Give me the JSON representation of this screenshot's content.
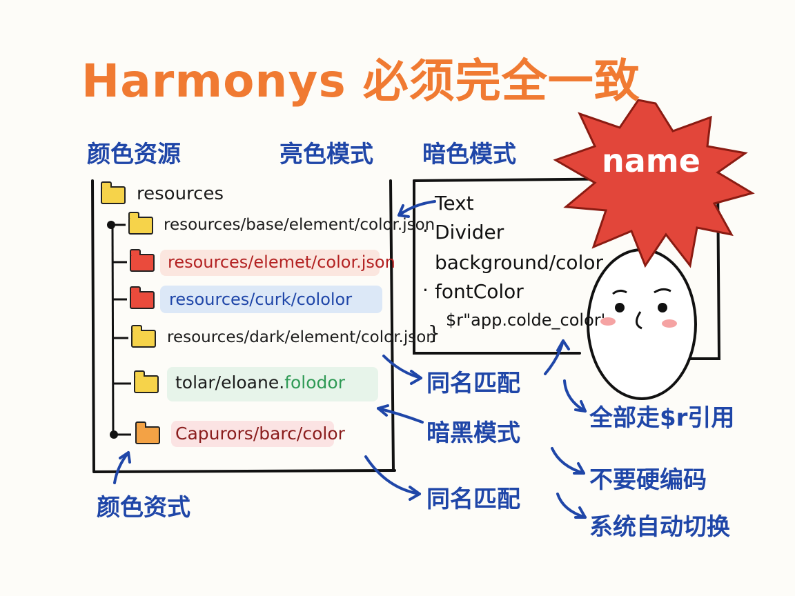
{
  "title": "Harmonys 必须完全一致",
  "columns": {
    "color_resources": "颜色资源",
    "light_mode": "亮色模式",
    "dark_mode": "暗色模式"
  },
  "tree": {
    "root": "resources",
    "items": [
      {
        "label": "resources/base/element/color.json",
        "text_color": "#1b1b1b",
        "folder_color": "#f6d34a",
        "highlight": ""
      },
      {
        "label": "resources/elemet/color.json",
        "text_color": "#b32222",
        "folder_color": "#ea4b3c",
        "highlight": "#fbe6df"
      },
      {
        "label": "resources/curk/cololor",
        "text_color": "#1f46a8",
        "folder_color": "#ea4b3c",
        "highlight": "#dce8f7"
      },
      {
        "label": "resources/dark/element/color.json",
        "text_color": "#1b1b1b",
        "folder_color": "#f6d34a",
        "highlight": ""
      },
      {
        "label_a": "tolar/eloane.",
        "label_b": "folodor",
        "text_color": "#1b1b1b",
        "accent_color": "#2f9a55",
        "folder_color": "#f6d34a",
        "highlight": "#e7f4ea"
      },
      {
        "label": "Capurors/barc/color",
        "text_color": "#8a1d1d",
        "folder_color": "#f3a245",
        "highlight": "#fbe3e3"
      }
    ]
  },
  "bottom_label": "颜色资式",
  "starburst": {
    "text": "name",
    "color": "#e2463a"
  },
  "code_box": {
    "lines": [
      "Text",
      "Divider",
      "background/color",
      "fontColor",
      "$r\"app.colde_color'",
      "}"
    ]
  },
  "labels": {
    "same_name_1": "同名匹配",
    "dark_mode_label": "暗黑模式",
    "same_name_2": "同名匹配",
    "all_r": "全部走$r引用",
    "no_hardcode": "不要硬编码",
    "auto_switch": "系统自动切换"
  },
  "colors": {
    "title": "#f07a32",
    "blue": "#1f46a8",
    "ink": "#111111"
  }
}
